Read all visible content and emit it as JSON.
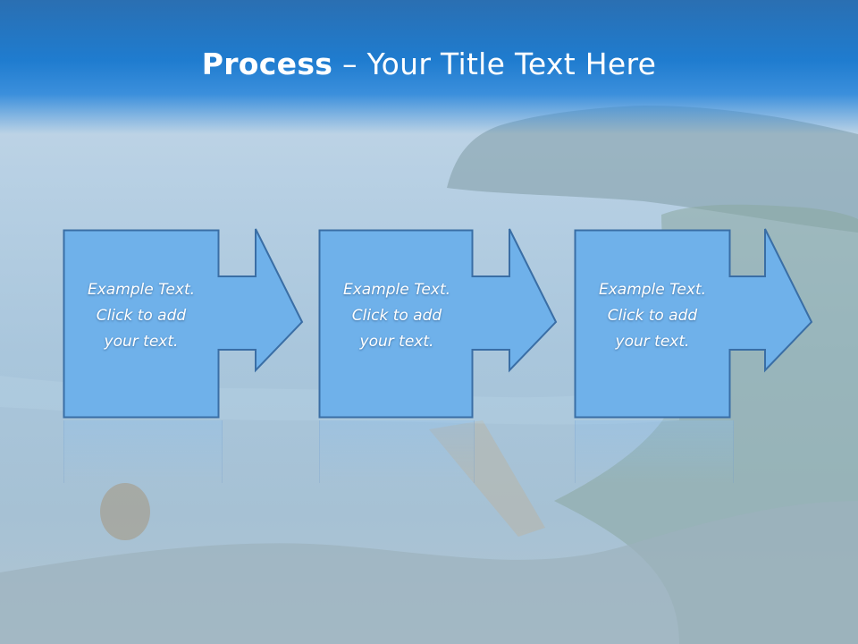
{
  "title": {
    "bold": "Process",
    "rest": " – Your Title Text Here"
  },
  "steps": [
    {
      "lines": [
        "Example Text.",
        "Click  to add",
        "your text."
      ]
    },
    {
      "lines": [
        "Example Text.",
        "Click  to add",
        "your text."
      ]
    },
    {
      "lines": [
        "Example Text.",
        "Click  to add",
        "your text."
      ]
    }
  ],
  "colors": {
    "header": "#1f7ccf",
    "box_fill": "#6fb1ea",
    "box_border": "#3a6ea5",
    "text": "#ffffff"
  }
}
